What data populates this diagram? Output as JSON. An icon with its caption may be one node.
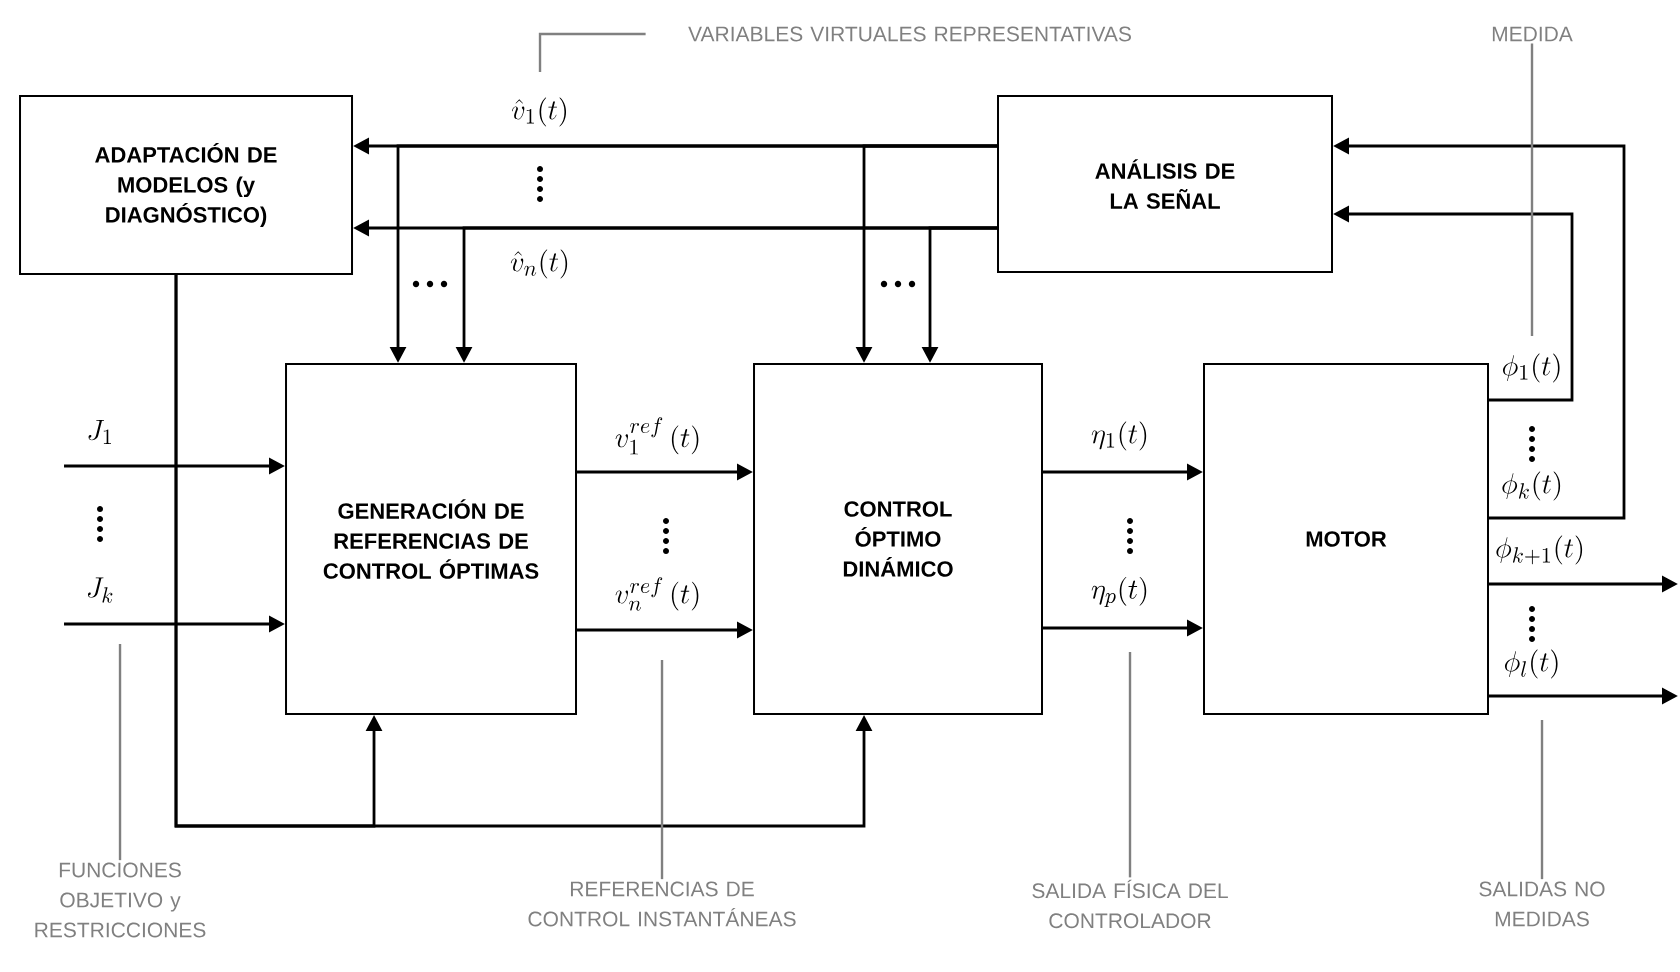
{
  "diagram": {
    "nodes": [
      {
        "text": [
          "ADAPTACIÓN DE MODELOS (y DIAGNÓSTICO)"
        ]
      },
      {
        "text": [
          "ANÁLISIS DE LA SEÑAL"
        ]
      },
      {
        "text": [
          "GENERACIÓN DE REFERENCIAS DE CONTROL ÓPTIMAS"
        ]
      },
      {
        "text": [
          "CONTROL ÓPTIMO DINÁMICO"
        ]
      },
      {
        "text": [
          "MOTOR"
        ]
      },
      {
        "text": [
          "VARIABLES VIRTUALES REPRESENTATIVAS"
        ]
      },
      {
        "text": [
          "MEDIDA"
        ]
      },
      {
        "text": [
          "FUNCIONES OBJETIVO y RESTRICCIONES"
        ]
      },
      {
        "text": [
          "REFERENCIAS DE CONTROL INSTANTÁNEAS"
        ]
      },
      {
        "text": [
          "SALIDA FÍSICA DEL CONTROLADOR"
        ]
      },
      {
        "text": [
          "SALIDAS NO MEDIDAS"
        ]
      }
    ],
    "edges": [
      {
        "from": 1,
        "to": 0,
        "arrow": "to",
        "label": "\\hat{v}_1(t)"
      },
      {
        "from": 1,
        "to": 0,
        "arrow": "to",
        "label": "\\hat{v}_n(t)"
      },
      {
        "from": 1,
        "to": 2,
        "arrow": "to"
      },
      {
        "from": 1,
        "to": 2,
        "arrow": "to"
      },
      {
        "from": 1,
        "to": 3,
        "arrow": "to"
      },
      {
        "from": 1,
        "to": 3,
        "arrow": "to"
      },
      {
        "from": 0,
        "to": 2,
        "arrow": "to"
      },
      {
        "from": 0,
        "to": 3,
        "arrow": "to"
      },
      {
        "from": null,
        "to": 2,
        "arrow": "to",
        "label": "J_1"
      },
      {
        "from": null,
        "to": 2,
        "arrow": "to",
        "label": "J_k"
      },
      {
        "from": 2,
        "to": 3,
        "arrow": "to",
        "label": "v_1^{ref}\\,(t)"
      },
      {
        "from": 2,
        "to": 3,
        "arrow": "to",
        "label": "v_n^{ref}\\,(t)"
      },
      {
        "from": 3,
        "to": 4,
        "arrow": "to",
        "label": "\\eta_1(t)"
      },
      {
        "from": 3,
        "to": 4,
        "arrow": "to",
        "label": "\\eta_p(t)"
      },
      {
        "from": 4,
        "to": 1,
        "arrow": "to",
        "label": "\\phi_1(t)"
      },
      {
        "from": 4,
        "to": 1,
        "arrow": "to",
        "label": "\\phi_k(t)"
      },
      {
        "from": 4,
        "to": null,
        "arrow": "to",
        "label": "\\phi_{k+1}(t)"
      },
      {
        "from": 4,
        "to": null,
        "arrow": "to",
        "label": "\\phi_l(t)"
      },
      {
        "from": 5,
        "to": null,
        "arrow": "none",
        "color": "#808080"
      },
      {
        "from": 6,
        "to": null,
        "arrow": "none",
        "color": "#808080"
      },
      {
        "from": 7,
        "to": null,
        "arrow": "none",
        "color": "#808080"
      },
      {
        "from": 8,
        "to": null,
        "arrow": "none",
        "color": "#808080"
      },
      {
        "from": 9,
        "to": null,
        "arrow": "none",
        "color": "#808080"
      },
      {
        "from": 10,
        "to": null,
        "arrow": "none",
        "color": "#808080"
      }
    ]
  }
}
